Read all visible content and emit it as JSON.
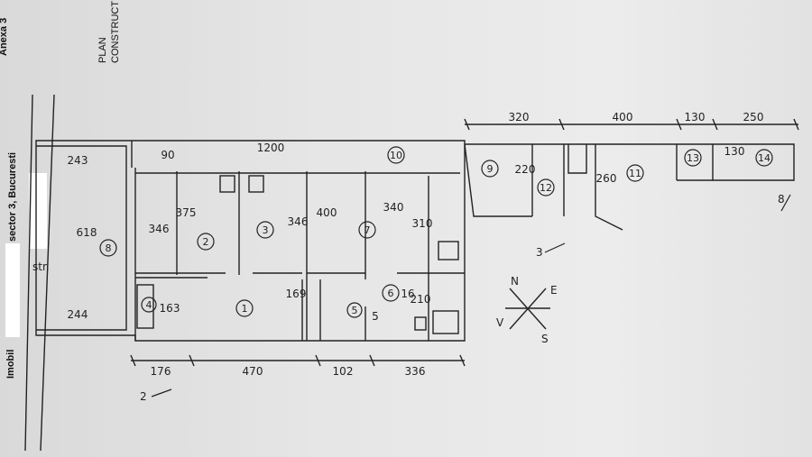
{
  "header": {
    "annex": "Anexa 3",
    "plan_line1": "PLAN",
    "plan_line2": "CONSTRUCT"
  },
  "caption": {
    "imobil": "Imobil",
    "address": "sector 3, Bucuresti"
  },
  "plan": {
    "street": "str.",
    "compass": {
      "n": "N",
      "e": "E",
      "s": "S",
      "v": "V"
    },
    "view_marks": [
      "2",
      "3",
      "8"
    ],
    "rooms": [
      "1",
      "2",
      "3",
      "4",
      "5",
      "6",
      "7",
      "8",
      "9",
      "10",
      "11",
      "12",
      "13",
      "14"
    ],
    "dims_top": [
      "320",
      "400",
      "130",
      "250"
    ],
    "dims_bottom": [
      "176",
      "470",
      "102",
      "336"
    ],
    "dims_inner": [
      "1200",
      "90",
      "243",
      "618",
      "244",
      "346",
      "375",
      "346",
      "400",
      "340",
      "310",
      "163",
      "169",
      "210",
      "220",
      "260",
      "130",
      "16",
      "5"
    ]
  }
}
